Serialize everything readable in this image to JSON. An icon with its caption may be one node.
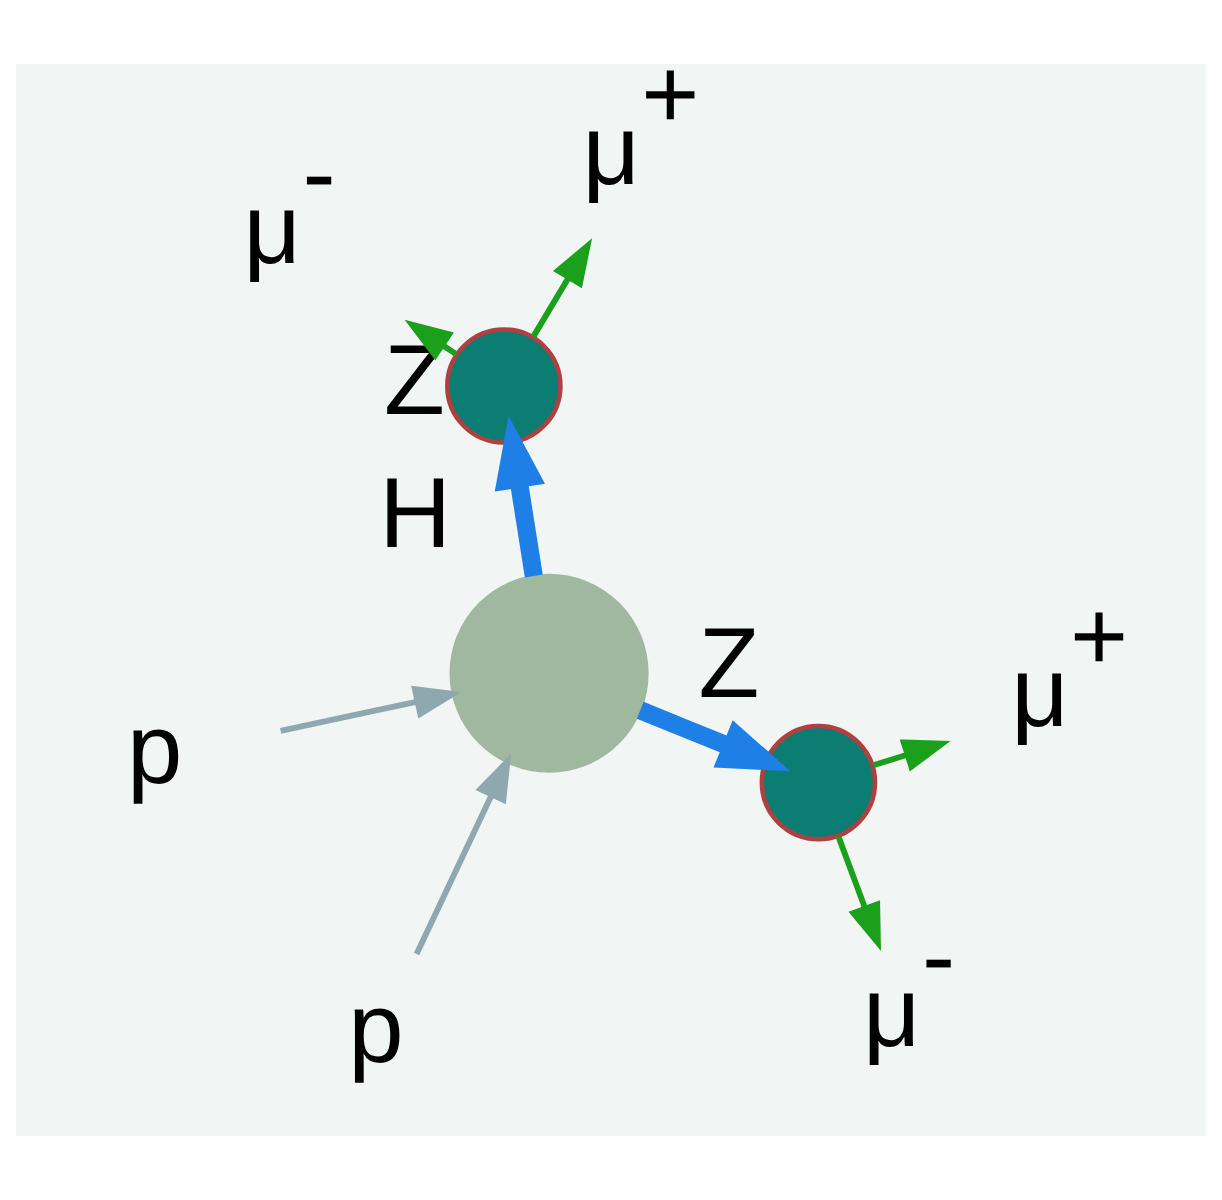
{
  "diagram": {
    "nodes": [
      {
        "text": [
          "p"
        ]
      },
      {
        "text": [],
        "shape": "circle",
        "beside": [
          "H"
        ]
      },
      {
        "text": [
          "p"
        ]
      },
      {
        "text": [],
        "shape": "circle",
        "beside": [
          "Z"
        ]
      },
      {
        "text": [],
        "shape": "circle",
        "beside": [
          "Z"
        ]
      },
      {
        "text": [
          "μ$^{+}$"
        ]
      },
      {
        "text": [
          "μ$^{-}$"
        ]
      },
      {
        "text": [
          "μ$^{+}$"
        ]
      },
      {
        "text": [
          "μ$^{-}$"
        ]
      }
    ],
    "edges": [
      {
        "from": 0,
        "to": 1,
        "arrow": "to",
        "color": "#8fa8b0"
      },
      {
        "from": 2,
        "to": 1,
        "arrow": "to",
        "color": "#8fa8b0"
      },
      {
        "from": 1,
        "to": 3,
        "arrow": "to",
        "style": "thick",
        "color": "#1e7fe6"
      },
      {
        "from": 1,
        "to": 4,
        "arrow": "to",
        "style": "thick",
        "color": "#1e7fe6"
      },
      {
        "from": 3,
        "to": 5,
        "arrow": "to"
      },
      {
        "from": 3,
        "to": 6,
        "arrow": "to"
      },
      {
        "from": 4,
        "to": 7,
        "arrow": "to"
      },
      {
        "from": 4,
        "to": 8,
        "arrow": "to"
      }
    ]
  }
}
